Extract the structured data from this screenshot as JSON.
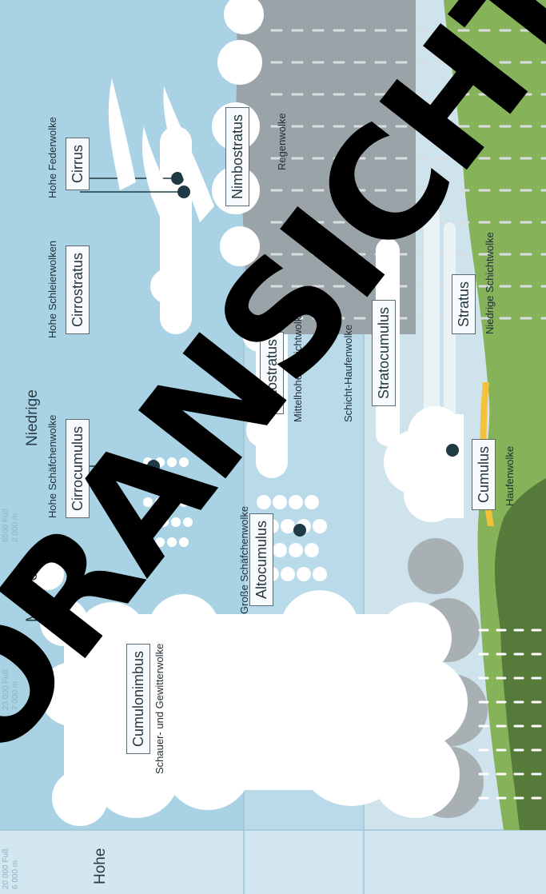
{
  "zones": {
    "high": {
      "name": "Hohe",
      "altitude_ft": "20 000 Fuß",
      "altitude_m": "6 000 m"
    },
    "mid": {
      "name": "Mittlere",
      "altitude_ft": "23 000 Fuß",
      "altitude_m": "7 000 m"
    },
    "low": {
      "name": "Niedrige",
      "altitude_ft": "6500 Fuß",
      "altitude_m": "2 000 m"
    }
  },
  "clouds": {
    "cirrus": {
      "name": "Cirrus",
      "desc": "Hohe Federwolke"
    },
    "cirrostratus": {
      "name": "Cirrostratus",
      "desc": "Hohe Schleierwolken"
    },
    "cirrocumulus": {
      "name": "Cirrocumulus",
      "desc": "Hohe Schäfchenwolke"
    },
    "nimbostratus": {
      "name": "Nimbostratus",
      "desc": "Regenwolke"
    },
    "altostratus": {
      "name": "Altostratus",
      "desc": "Mittelhohe Schichtwolke"
    },
    "altocumulus": {
      "name": "Altocumulus",
      "desc": "Große Schäfchenwolke"
    },
    "cumulonimbus": {
      "name": "Cumulonimbus",
      "desc": "Schauer- und Gewitterwolke"
    },
    "stratocumulus": {
      "name": "Stratocumulus",
      "desc": "Schicht-Haufenwolke"
    },
    "stratus": {
      "name": "Stratus",
      "desc": "Niedrige Schichtwolke"
    },
    "cumulus": {
      "name": "Cumulus",
      "desc": "Haufenwolke"
    }
  },
  "watermark": "VORANSICHT",
  "colors": {
    "sky_high": "#a9d3e5",
    "sky_mid": "#b9dbe9",
    "sky_low": "#cfe3ec",
    "ground_light": "#86b25a",
    "ground_dark": "#557a3a",
    "rain_cloud": "#9aa3a8",
    "sun": "#f4c23a"
  }
}
